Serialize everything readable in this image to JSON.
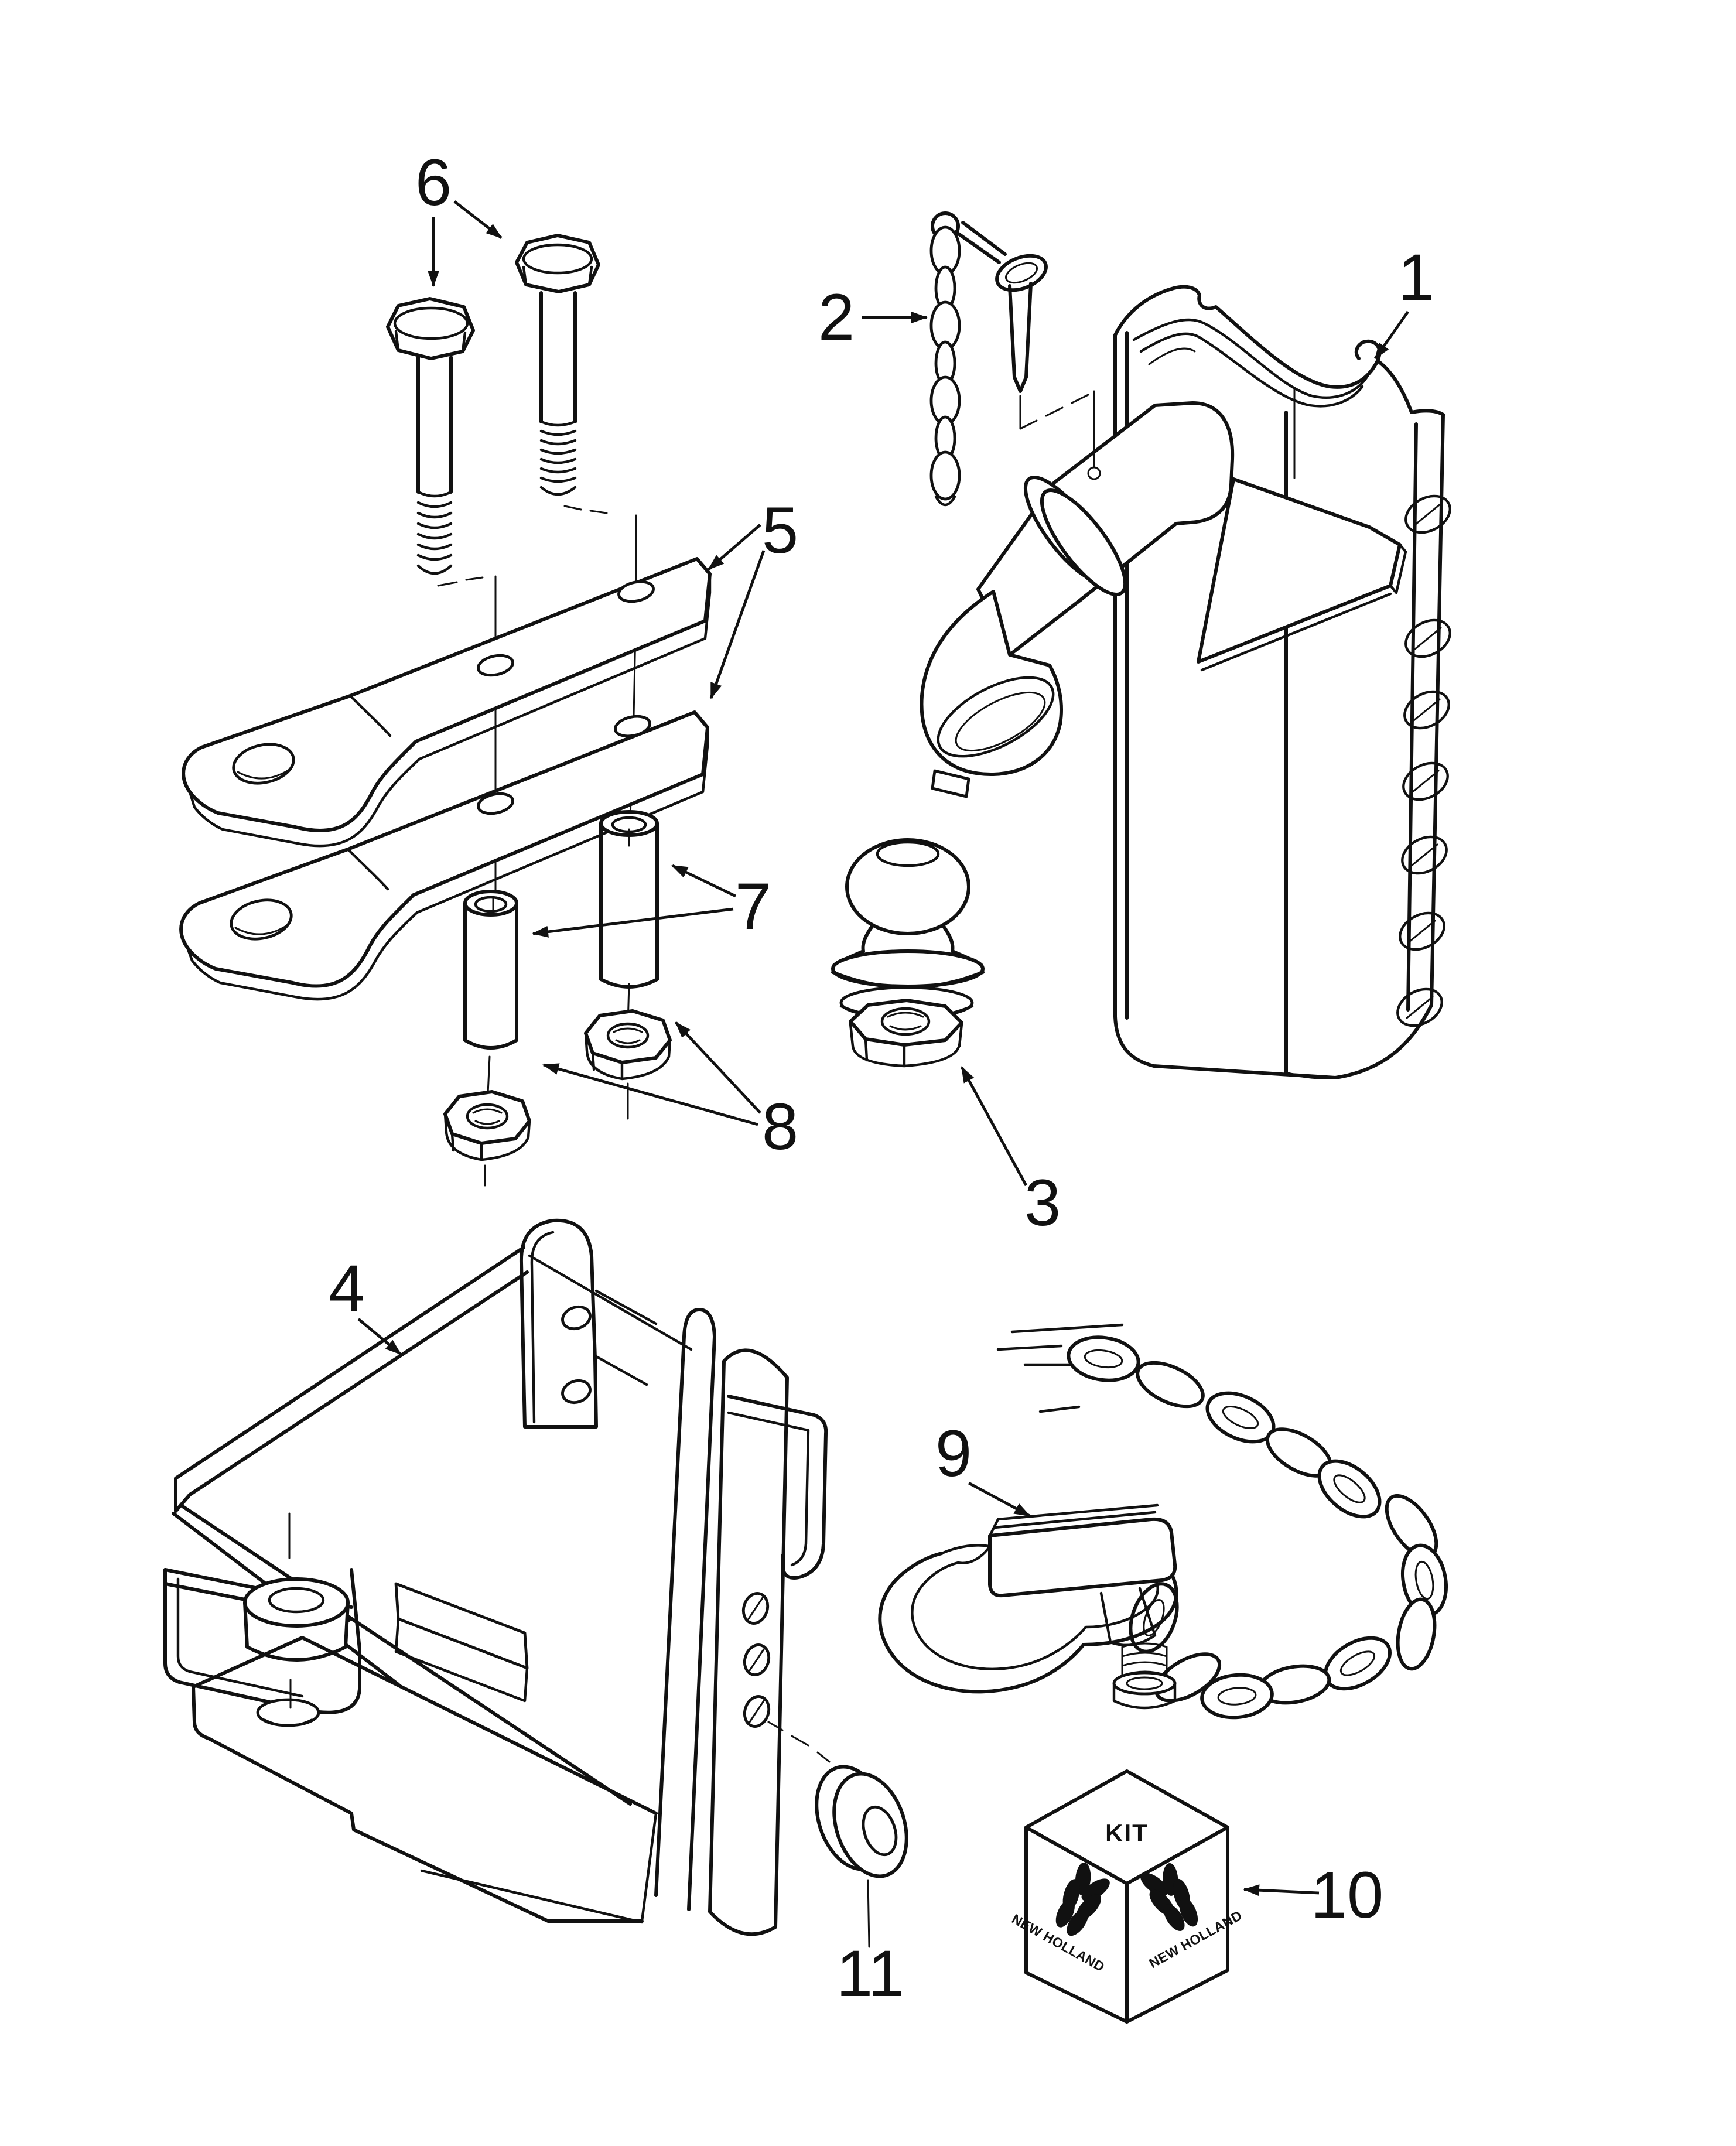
{
  "figure": {
    "background": "#ffffff",
    "ink": "#111111",
    "type": "exploded-parts-diagram"
  },
  "callouts": {
    "c1": {
      "label": "1"
    },
    "c2": {
      "label": "2"
    },
    "c3": {
      "label": "3"
    },
    "c4": {
      "label": "4"
    },
    "c5": {
      "label": "5"
    },
    "c6": {
      "label": "6"
    },
    "c7": {
      "label": "7"
    },
    "c8": {
      "label": "8"
    },
    "c9": {
      "label": "9"
    },
    "c10": {
      "label": "10"
    },
    "c11": {
      "label": "11"
    }
  },
  "kit_box": {
    "top_label": "KIT",
    "brand_left": "NEW HOLLAND",
    "brand_right": "NEW HOLLAND"
  }
}
